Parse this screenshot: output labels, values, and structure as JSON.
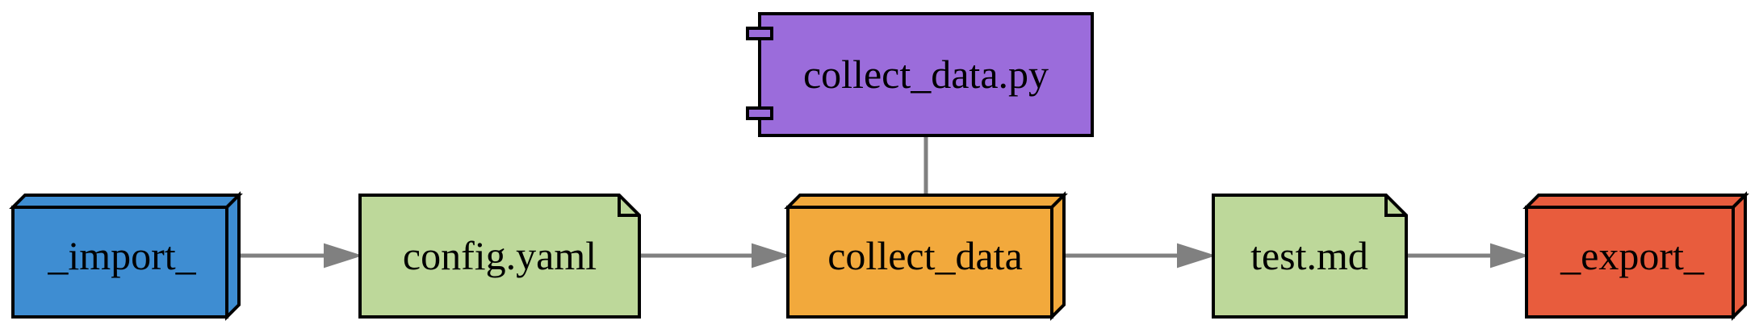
{
  "diagram": {
    "nodes": {
      "import": {
        "label": "_import_",
        "shape": "box3d",
        "color": "#3e8dd2"
      },
      "config": {
        "label": "config.yaml",
        "shape": "note",
        "color": "#bdd89a"
      },
      "collect": {
        "label": "collect_data",
        "shape": "box3d",
        "color": "#f2a93c"
      },
      "script": {
        "label": "collect_data.py",
        "shape": "component",
        "color": "#9b6cdb"
      },
      "test": {
        "label": "test.md",
        "shape": "note",
        "color": "#bdd89a"
      },
      "export": {
        "label": "_export_",
        "shape": "box3d",
        "color": "#e85c3d"
      }
    },
    "edges": [
      {
        "from": "_import_",
        "to": "config.yaml",
        "arrow": true
      },
      {
        "from": "config.yaml",
        "to": "collect_data",
        "arrow": true
      },
      {
        "from": "collect_data.py",
        "to": "collect_data",
        "arrow": false
      },
      {
        "from": "collect_data",
        "to": "test.md",
        "arrow": true
      },
      {
        "from": "test.md",
        "to": "_export_",
        "arrow": true
      }
    ],
    "edge_color": "#808080"
  }
}
